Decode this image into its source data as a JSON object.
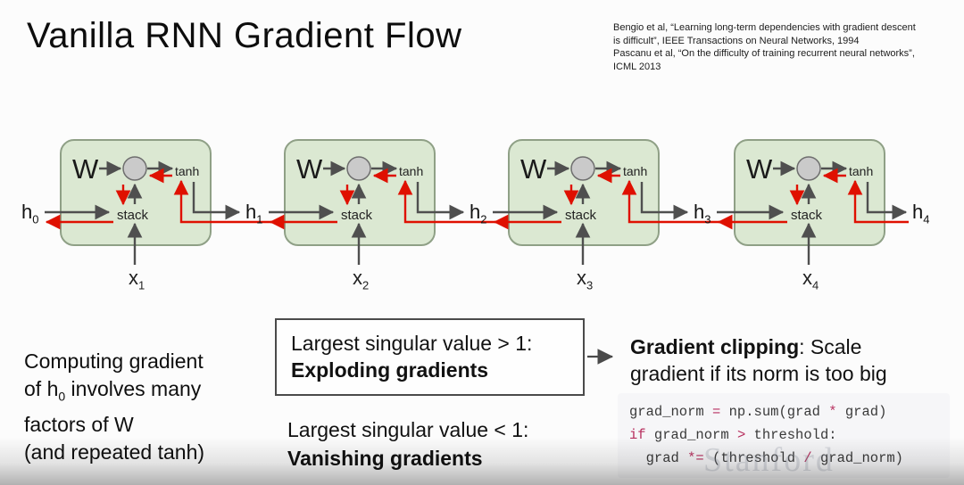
{
  "title": "Vanilla RNN Gradient Flow",
  "citation": {
    "lines": [
      "Bengio et al, “Learning long-term dependencies with gradient descent",
      "is difficult”, IEEE Transactions on Neural Networks, 1994",
      "Pascanu et al, “On the difficulty of training recurrent neural networks”,",
      "ICML 2013"
    ]
  },
  "diagram": {
    "cell": {
      "w": "W",
      "tanh": "tanh",
      "stack": "stack"
    },
    "h_labels": [
      {
        "base": "h",
        "sub": "0"
      },
      {
        "base": "h",
        "sub": "1"
      },
      {
        "base": "h",
        "sub": "2"
      },
      {
        "base": "h",
        "sub": "3"
      },
      {
        "base": "h",
        "sub": "4"
      }
    ],
    "x_labels": [
      {
        "base": "x",
        "sub": "1"
      },
      {
        "base": "x",
        "sub": "2"
      },
      {
        "base": "x",
        "sub": "3"
      },
      {
        "base": "x",
        "sub": "4"
      }
    ],
    "colors": {
      "cell_fill": "#dbe8d2",
      "cell_border": "#8fa086",
      "forward_arrow": "#4f4f4f",
      "backward_arrow": "#df1000",
      "node_fill": "#cacaca",
      "node_border": "#6e6e6e"
    }
  },
  "notes": {
    "computing": {
      "line1": "Computing gradient",
      "line2_pre": "of h",
      "line2_sub": "0",
      "line2_post": " involves many",
      "line3": "factors of W",
      "line4": "(and repeated tanh)"
    }
  },
  "exploding": {
    "line1": "Largest singular value > 1:",
    "line2": "Exploding gradients"
  },
  "vanishing": {
    "line1": "Largest singular value < 1:",
    "line2": "Vanishing gradients"
  },
  "clipping": {
    "bold": "Gradient clipping",
    "rest": ": Scale gradient if its norm is too big"
  },
  "code": {
    "lines": [
      [
        {
          "t": "grad_norm ",
          "c": "id"
        },
        {
          "t": "=",
          "c": "op"
        },
        {
          "t": " np.sum(grad ",
          "c": "id"
        },
        {
          "t": "*",
          "c": "op"
        },
        {
          "t": " grad)",
          "c": "id"
        }
      ],
      [
        {
          "t": "if",
          "c": "kw"
        },
        {
          "t": " grad_norm ",
          "c": "id"
        },
        {
          "t": ">",
          "c": "op"
        },
        {
          "t": " threshold:",
          "c": "id"
        }
      ],
      [
        {
          "t": "  grad ",
          "c": "id"
        },
        {
          "t": "*=",
          "c": "op"
        },
        {
          "t": " (threshold ",
          "c": "id"
        },
        {
          "t": "/",
          "c": "op"
        },
        {
          "t": " grad_norm)",
          "c": "id"
        }
      ]
    ]
  },
  "watermark": "Stanford"
}
